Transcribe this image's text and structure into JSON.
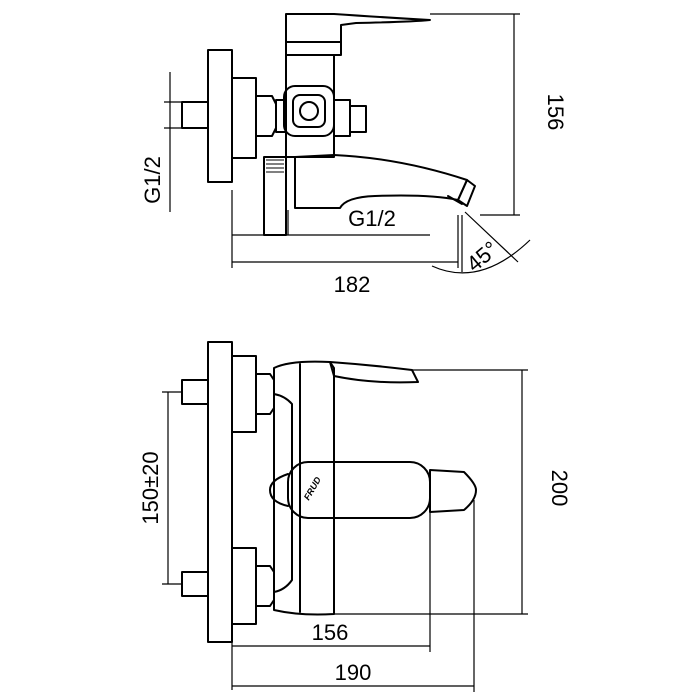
{
  "dimensions": {
    "side_height": "156",
    "side_length": "182",
    "inlet_thread": "G1/2",
    "outlet_thread": "G1/2",
    "spout_angle": "45°",
    "front_height": "200",
    "inlet_spacing": "150±20",
    "front_depth_handle": "156",
    "front_depth_total": "190"
  },
  "logo_text": "FRUD"
}
